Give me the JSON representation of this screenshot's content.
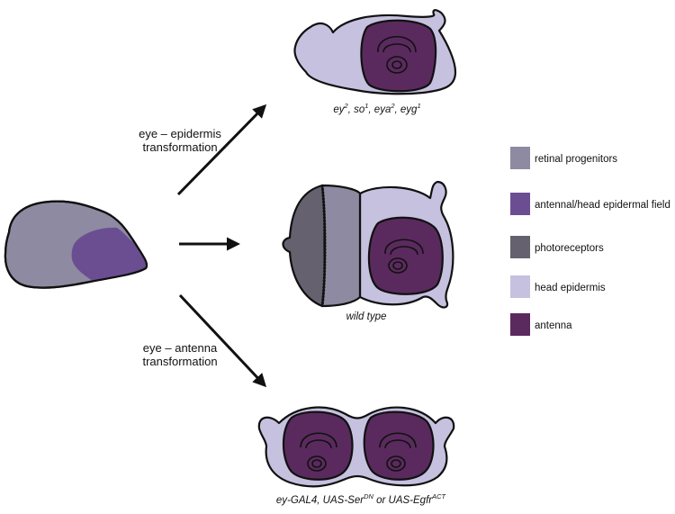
{
  "arrow_labels": {
    "upper": [
      "eye – epidermis",
      "transformation"
    ],
    "lower": [
      "eye – antenna",
      "transformation"
    ]
  },
  "captions": {
    "top": [
      {
        "text": "ey",
        "sup": "2"
      },
      {
        "text": ", so",
        "sup": "1"
      },
      {
        "text": ", eya",
        "sup": "2"
      },
      {
        "text": ", eyg",
        "sup": "1"
      }
    ],
    "middle": "wild type",
    "bottom": [
      {
        "text": "ey-GAL4, UAS-Ser",
        "sup": "DN"
      },
      {
        "text": " or UAS-Egfr",
        "sup": "ACT"
      }
    ]
  },
  "legend": [
    {
      "label": "retinal progenitors",
      "color": "#8e8aa1"
    },
    {
      "label": "antennal/head epidermal field",
      "color": "#6b4e91"
    },
    {
      "label": "photoreceptors",
      "color": "#65616f"
    },
    {
      "label": "head epidermis",
      "color": "#c5c1df"
    },
    {
      "label": "antenna",
      "color": "#5a2a5e"
    }
  ],
  "colors": {
    "retinal_progenitors": "#8e8aa1",
    "epidermal_field": "#6b4e91",
    "photoreceptors": "#65616f",
    "head_epidermis": "#c5c1df",
    "antenna": "#5a2a5e",
    "outline": "#111111"
  },
  "icons": {
    "arrows": [
      "arrow-up-right-icon",
      "arrow-right-icon",
      "arrow-down-right-icon"
    ]
  }
}
